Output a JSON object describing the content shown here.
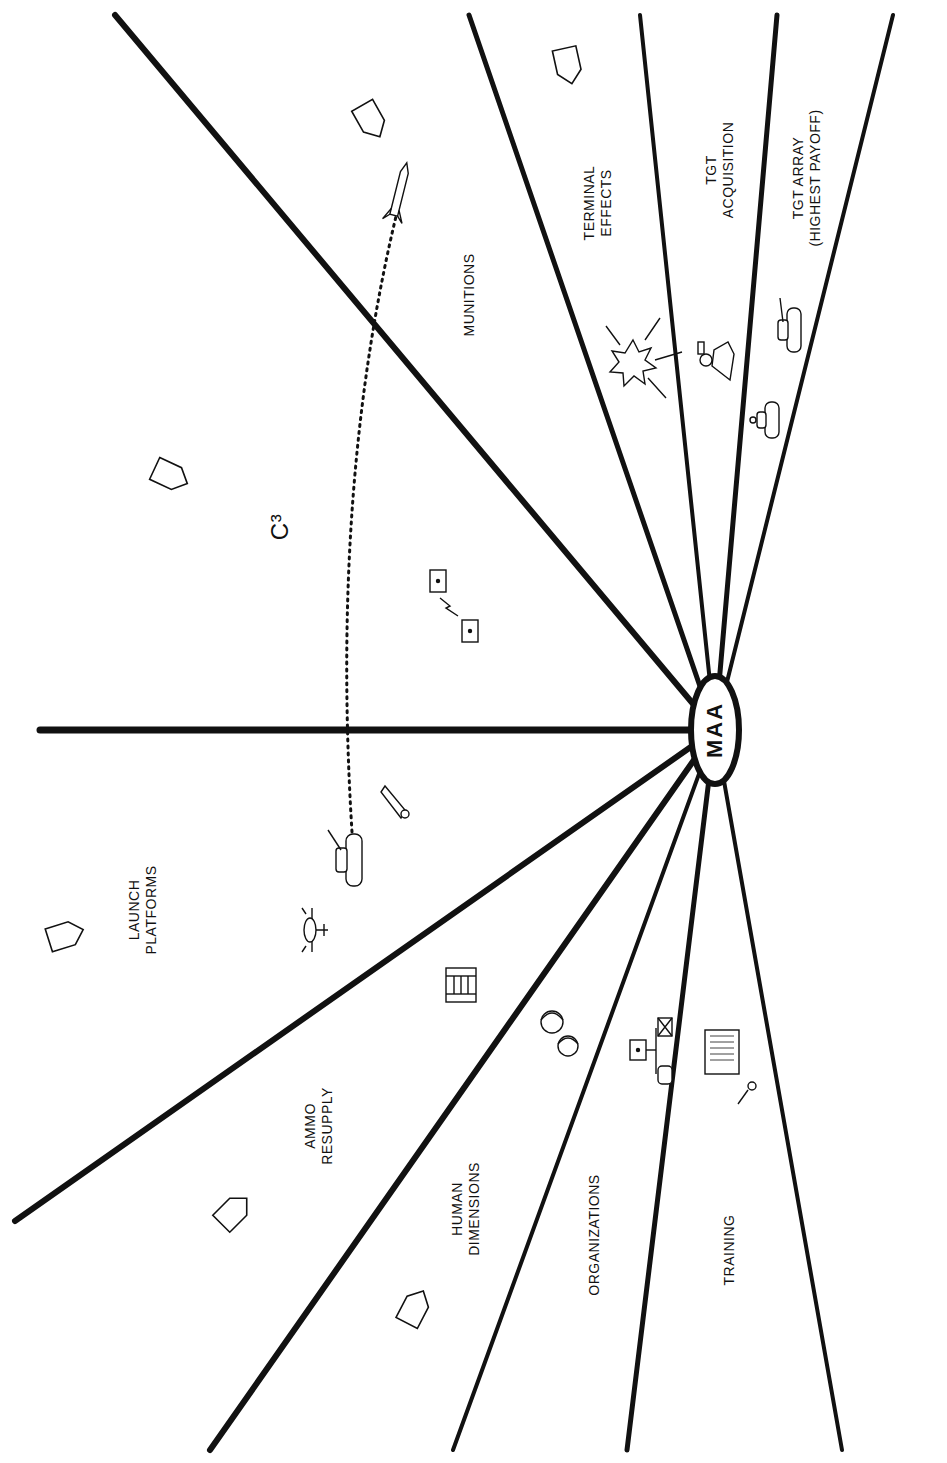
{
  "diagram": {
    "nodes": [
      {
        "text": [
          "MAA"
        ]
      }
    ],
    "labels": [
      "LAUNCH PLATFORMS",
      "C³",
      "MUNITIONS",
      "TERMINAL EFFECTS",
      "TGT ACQUISITION",
      "TGT ARRAY (HIGHEST PAYOFF)",
      "AMMO RESUPPLY",
      "HUMAN DIMENSIONS",
      "ORGANIZATIONS",
      "TRAINING"
    ]
  }
}
